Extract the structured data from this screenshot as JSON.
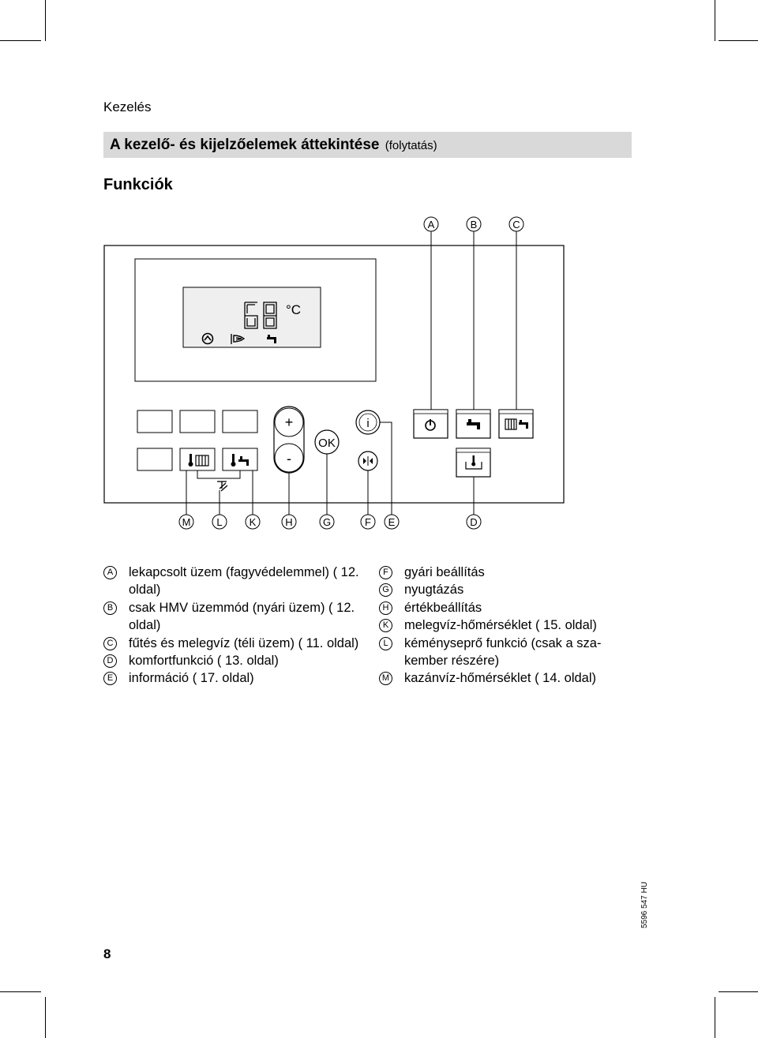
{
  "header": {
    "section": "Kezelés"
  },
  "title": {
    "main": "A kezelő- és kijelzőelemek áttekintése",
    "suffix": "(folytatás)"
  },
  "subtitle": "Funkciók",
  "diagram": {
    "display": {
      "digits": "68",
      "unit": "°C"
    },
    "buttons": {
      "plus": "+",
      "minus": "-",
      "ok": "OK",
      "info": "i"
    },
    "markers": [
      "A",
      "B",
      "C",
      "M",
      "L",
      "K",
      "H",
      "G",
      "F",
      "E",
      "D"
    ]
  },
  "legend_left": [
    {
      "marker": "A",
      "text": "lekapcsolt üzem (fagyvéde­lemmel) ( 12. oldal)"
    },
    {
      "marker": "B",
      "text": "csak HMV üzemmód (nyári üzem) ( 12. oldal)"
    },
    {
      "marker": "C",
      "text": "fűtés és melegvíz (téli üzem) ( 11. oldal)"
    },
    {
      "marker": "D",
      "text": "komfortfunkció ( 13. oldal)"
    },
    {
      "marker": "E",
      "text": "információ ( 17. oldal)"
    }
  ],
  "legend_right": [
    {
      "marker": "F",
      "text": "gyári beállítás"
    },
    {
      "marker": "G",
      "text": "nyugtázás"
    },
    {
      "marker": "H",
      "text": "értékbeállítás"
    },
    {
      "marker": "K",
      "text": "melegvíz-hőmérséklet ( 15. oldal)"
    },
    {
      "marker": "L",
      "text": "kéményseprő funkció (csak a sza­kember részére)"
    },
    {
      "marker": "M",
      "text": "kazánvíz-hőmérséklet ( 14. oldal)"
    }
  ],
  "footer": {
    "doc_number": "5596 547 HU",
    "page_number": "8"
  }
}
